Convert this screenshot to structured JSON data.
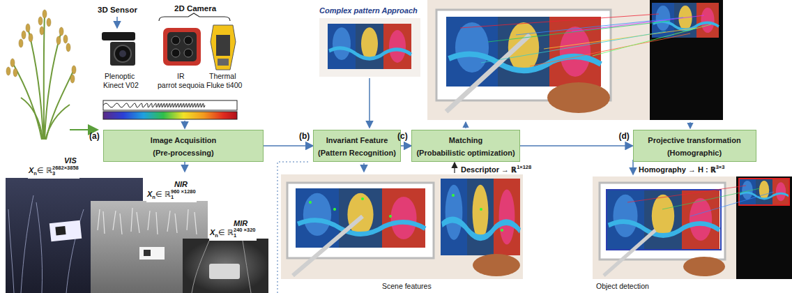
{
  "diagram": {
    "nodes": [
      {
        "text": [
          "(a)",
          "Image Acquisition",
          "(Pre-processing)"
        ]
      },
      {
        "text": [
          "(b)",
          "Invariant Feature",
          "(Pattern Recognition)"
        ]
      },
      {
        "text": [
          "(c)",
          "Matching",
          "(Probabilistic optimization)"
        ]
      },
      {
        "text": [
          "(d)",
          "Projective transformation",
          "(Homographic)"
        ]
      }
    ],
    "edges": [
      {
        "from": 0,
        "to": 1,
        "arrow": "to"
      },
      {
        "from": 1,
        "to": 2,
        "arrow": "to"
      },
      {
        "from": 2,
        "to": 3,
        "arrow": "to"
      }
    ],
    "labels": [
      "3D Sensor",
      "2D Camera",
      "Plenoptic",
      "Kinect V02",
      "IR",
      "parrot sequoia",
      "Thermal",
      "Fluke ti400",
      "Complex pattern Approach",
      "VIS",
      "X",
      "n",
      "∈ ℝ",
      "2682×3858",
      "3",
      "NIR",
      "X",
      "n",
      "∈ ℝ",
      "960 ×1280",
      "1",
      "MIR",
      "X",
      "n",
      "∈ ℝ",
      "240 ×320",
      "1",
      "Descriptor → ℝ",
      "1×128",
      "Homography → H : ℝ",
      "3×3",
      "Scene features",
      "Object detection"
    ]
  }
}
